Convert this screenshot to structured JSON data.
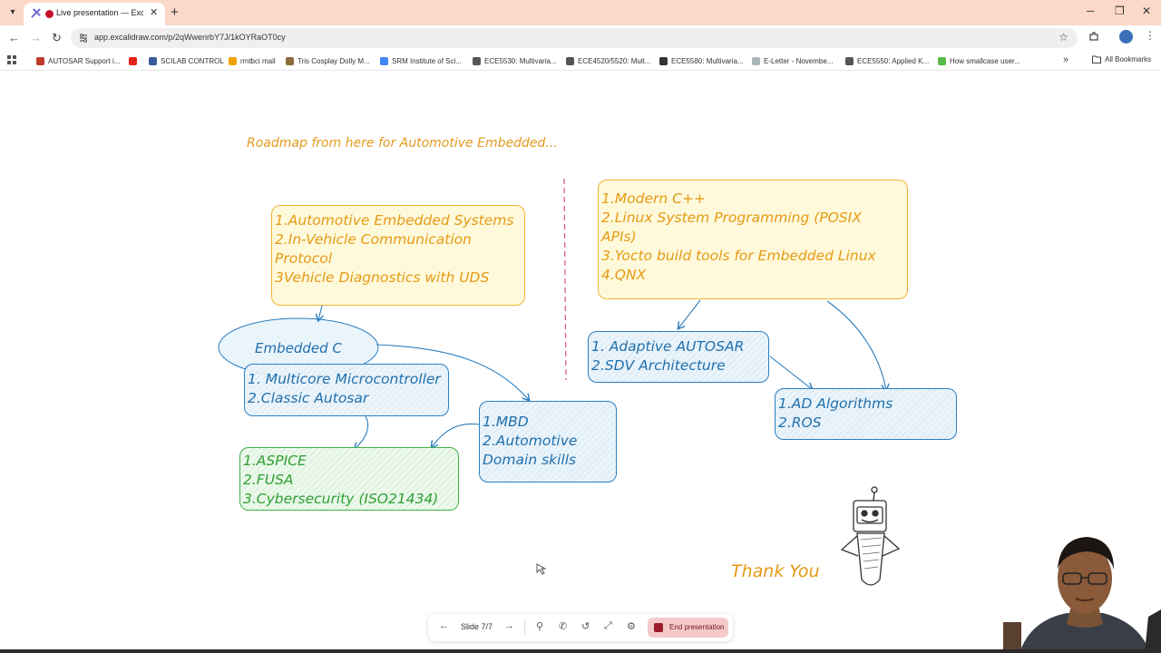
{
  "browser": {
    "tab_title": "Live presentation — Excalid",
    "tab_close": "✕",
    "new_tab": "+",
    "url": "app.excalidraw.com/p/2qWwenrbY7J/1kOYRaOT0cy",
    "bookmarks": [
      {
        "label": "AUTOSAR Support i...",
        "color": "#c0392b"
      },
      {
        "label": "",
        "color": "#e62117"
      },
      {
        "label": "SCILAB CONTROL",
        "color": "#3b5998"
      },
      {
        "label": "rmtbci mail",
        "color": "#f2a200"
      },
      {
        "label": "Tris Cosplay Dolly M...",
        "color": "#8a6d3b"
      },
      {
        "label": "SRM Institute of Sci...",
        "color": "#4285f4"
      },
      {
        "label": "ECE5530: Multivaria...",
        "color": "#555555"
      },
      {
        "label": "ECE4520/5520: Mult...",
        "color": "#555555"
      },
      {
        "label": "ECE5580: Multivaria...",
        "color": "#333333"
      },
      {
        "label": "E-Letter - Novembe...",
        "color": "#aab7b8"
      },
      {
        "label": "ECE5550: Applied K...",
        "color": "#555555"
      },
      {
        "label": "How smallcase user...",
        "color": "#58b947"
      }
    ],
    "all_bookmarks": "All Bookmarks"
  },
  "slide": {
    "title": "Roadmap from here for Automotive Embedded...",
    "box_core": [
      "1.Automotive Embedded Systems",
      "2.In-Vehicle Communication",
      "Protocol",
      "3Vehicle Diagnostics with UDS"
    ],
    "ellipse": "Embedded C",
    "box_mcu": [
      "1. Multicore Microcontroller",
      "2.Classic Autosar"
    ],
    "box_safety": [
      "1.ASPICE",
      "2.FUSA",
      "3.Cybersecurity (ISO21434)"
    ],
    "box_mbd": [
      "1.MBD",
      "2.Automotive",
      "Domain skills"
    ],
    "box_linux": [
      "1.Modern C++",
      "2.Linux System Programming (POSIX",
      "APIs)",
      "3.Yocto build tools for Embedded Linux",
      "4.QNX"
    ],
    "box_adaptive": [
      "1. Adaptive AUTOSAR",
      "2.SDV Architecture"
    ],
    "box_ad": [
      "1.AD Algorithms",
      "2.ROS"
    ],
    "thanks": "Thank You"
  },
  "presentation": {
    "slide_label": "Slide 7/7",
    "end_label": "End presentation"
  },
  "colors": {
    "yellow": "#e59a14",
    "blue": "#2170ad",
    "green": "#2f9f33",
    "divider": "#e0607e"
  }
}
